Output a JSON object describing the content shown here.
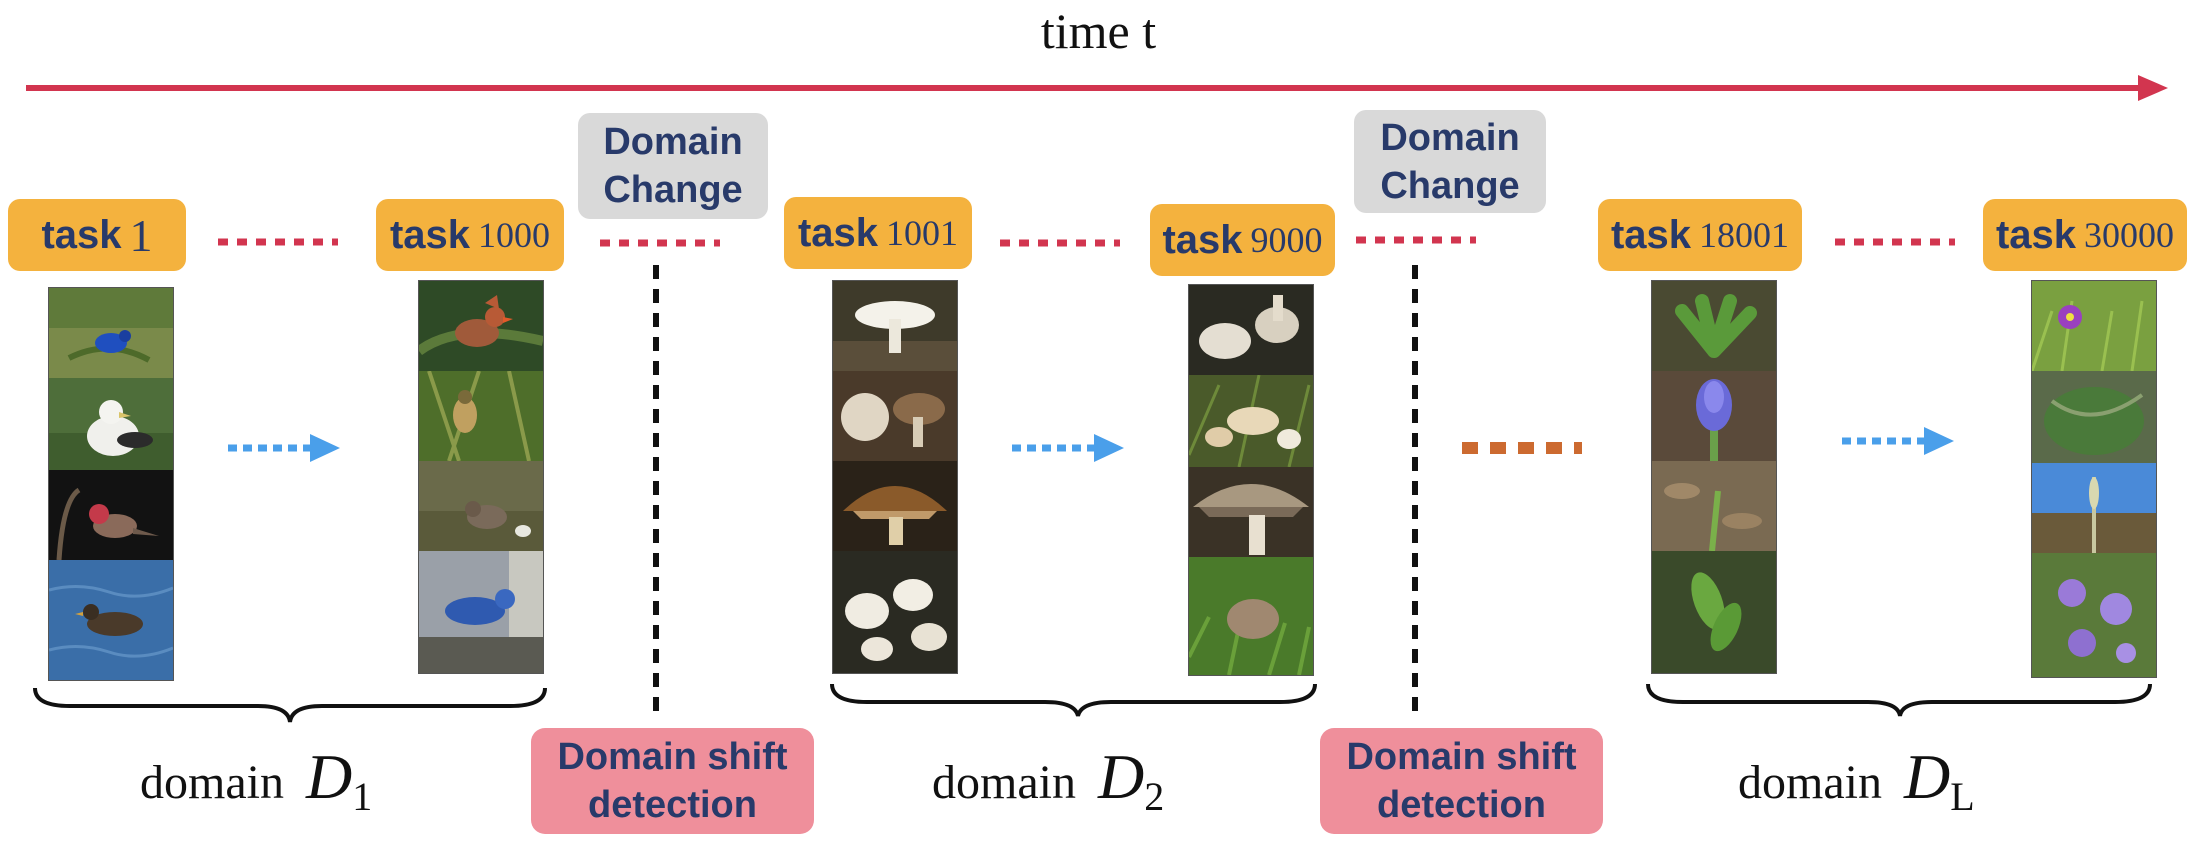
{
  "time_label": "time t",
  "colors": {
    "time_arrow": "#d2354f",
    "dotted_red": "#d2354f",
    "dotted_blue": "#4a9fea",
    "dotted_orange": "#cc6a30",
    "task_box": "#f4b23e",
    "domain_change_box": "#d9d9d9",
    "detection_box": "#ef8f9b",
    "box_text": "#283a6a"
  },
  "tasks": [
    {
      "word": "task",
      "num": "1"
    },
    {
      "word": "task",
      "num": "1000"
    },
    {
      "word": "task",
      "num": "1001"
    },
    {
      "word": "task",
      "num": "9000"
    },
    {
      "word": "task",
      "num": "18001"
    },
    {
      "word": "task",
      "num": "30000"
    }
  ],
  "domain_change": [
    {
      "line1": "Domain",
      "line2": "Change"
    },
    {
      "line1": "Domain",
      "line2": "Change"
    }
  ],
  "shift_detection": [
    {
      "line1": "Domain shift",
      "line2": "detection"
    },
    {
      "line1": "Domain shift",
      "line2": "detection"
    }
  ],
  "domains": [
    {
      "word": "domain",
      "symbol": "D",
      "subscript": "1"
    },
    {
      "word": "domain",
      "symbol": "D",
      "subscript": "2"
    },
    {
      "word": "domain",
      "symbol": "D",
      "subscript": "L"
    }
  ],
  "image_groups": [
    {
      "subject": "birds",
      "images": [
        "indigo bunting on grass",
        "albatross",
        "house finch",
        "duck on water"
      ]
    },
    {
      "subject": "birds",
      "images": [
        "cardinal",
        "bird in foliage",
        "sparrow on ground",
        "bluebird on rock"
      ]
    },
    {
      "subject": "mushrooms",
      "images": [
        "white mushroom cap",
        "pale mushrooms",
        "brown gilled mushroom",
        "white mushroom cluster"
      ]
    },
    {
      "subject": "mushrooms",
      "images": [
        "white mushrooms",
        "mushrooms in grass",
        "mushroom gills",
        "brown cap in grass"
      ]
    },
    {
      "subject": "plants",
      "images": [
        "green leafy plant",
        "purple hyacinth",
        "leaf litter",
        "green plant"
      ]
    },
    {
      "subject": "plants",
      "images": [
        "purple flower",
        "green shrub",
        "grass under blue sky",
        "purple flowers"
      ]
    }
  ]
}
